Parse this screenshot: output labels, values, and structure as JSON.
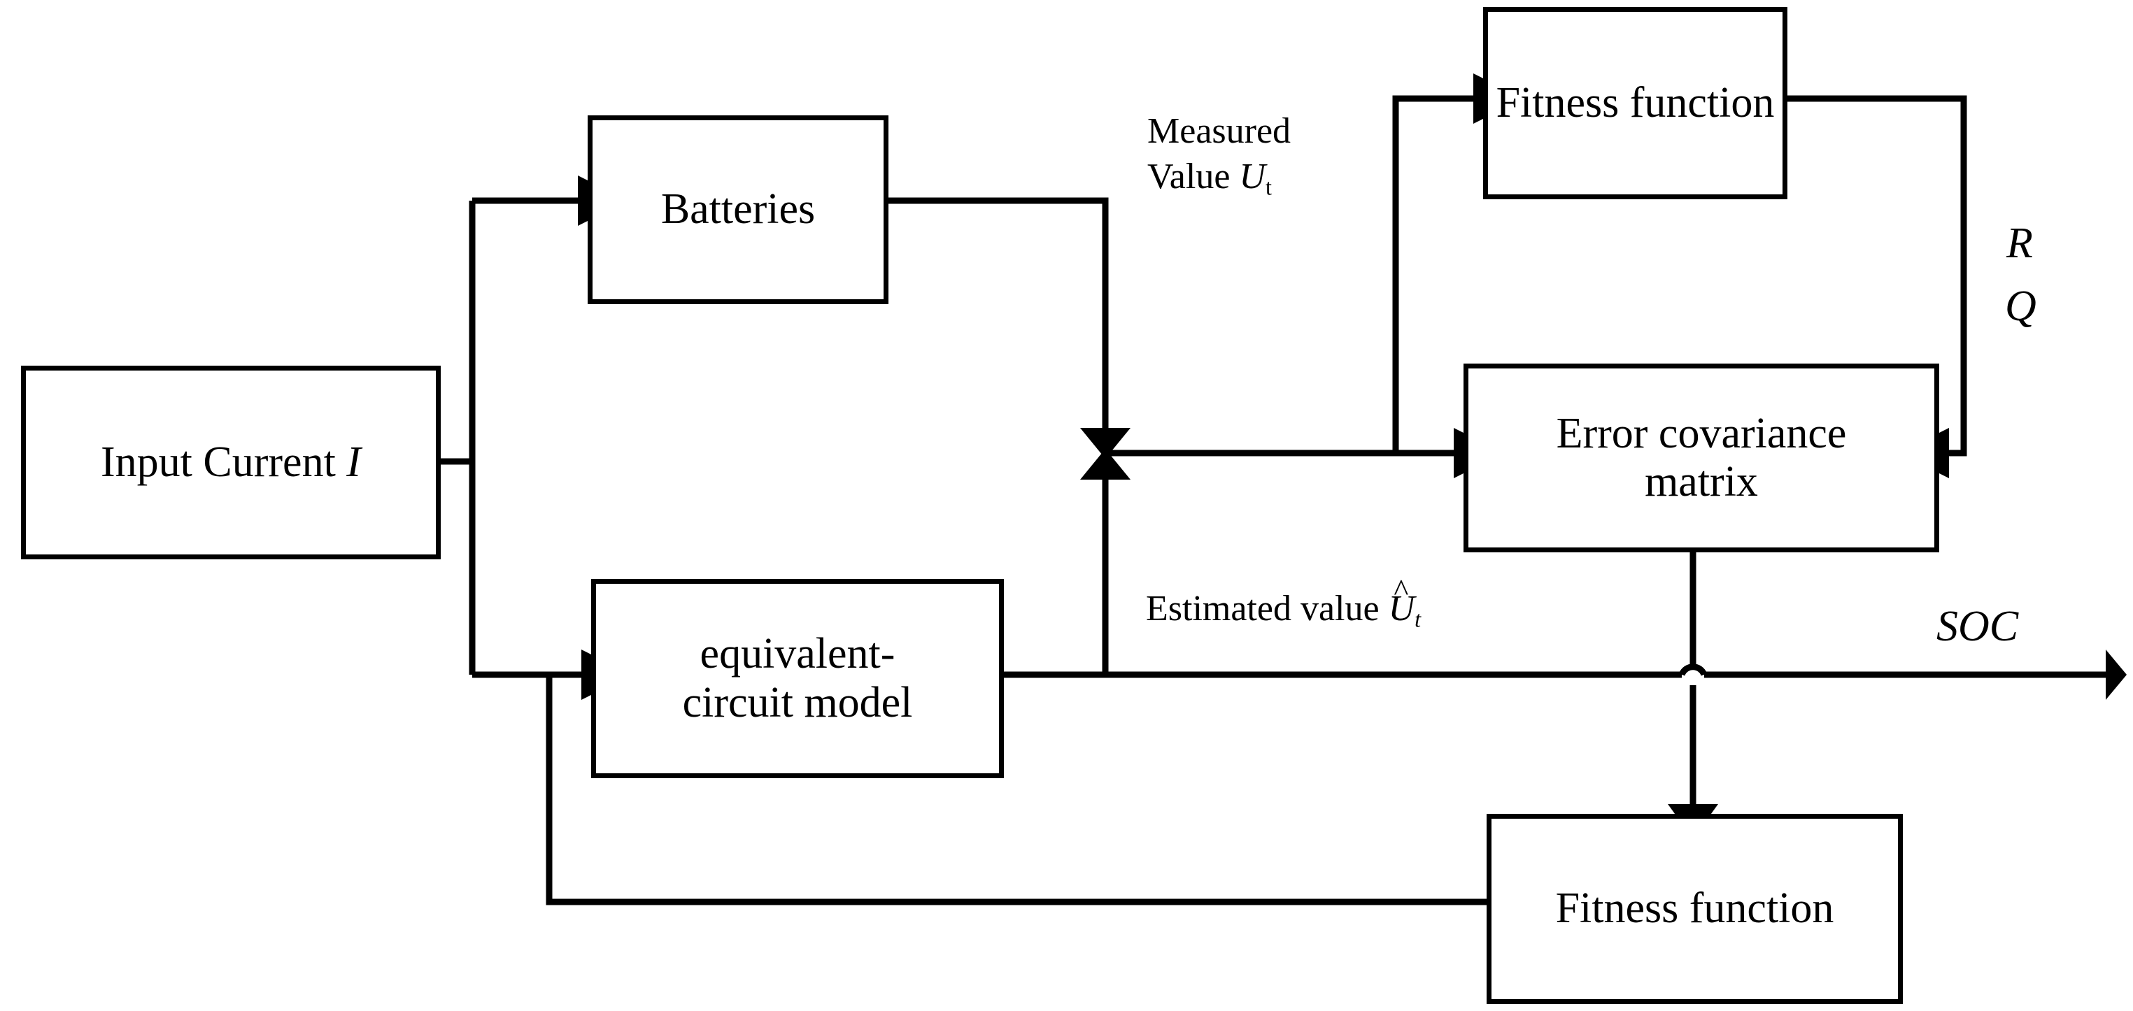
{
  "diagram": {
    "title": "Battery SOC estimation block diagram",
    "background_color": "#ffffff",
    "line_color": "#000000",
    "blocks": [
      {
        "id": "input-current",
        "label": "Input Current ",
        "italic_suffix": "I"
      },
      {
        "id": "batteries",
        "label": "Batteries"
      },
      {
        "id": "equivalent-circuit-model",
        "line1": "equivalent-",
        "line2": "circuit model"
      },
      {
        "id": "fitness-function-top",
        "label": "Fitness function"
      },
      {
        "id": "error-covariance-matrix",
        "line1": "Error covariance",
        "line2": "matrix"
      },
      {
        "id": "fitness-function-bottom",
        "label": "Fitness function"
      }
    ],
    "labels": {
      "measured_value_line1": "Measured",
      "measured_value_line2": "Value ",
      "measured_value_symbol": "U",
      "measured_value_subscript": "t",
      "estimated_value_text": "Estimated value ",
      "estimated_value_symbol": "U",
      "estimated_value_subscript": "t",
      "estimated_value_accent": "^",
      "noise_covariance_r": "R",
      "noise_covariance_q": "Q",
      "output_soc": "SOC"
    }
  }
}
